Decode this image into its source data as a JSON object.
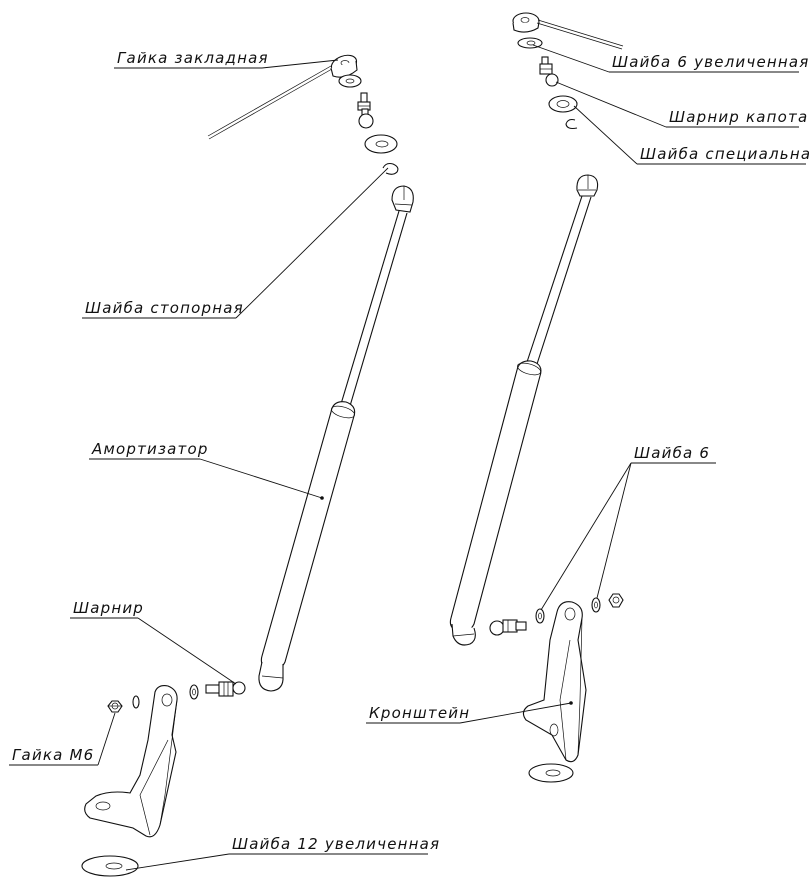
{
  "labels": {
    "gaika_zakladnaya": "Гайка закладная",
    "shaiba_stopornaya": "Шайба стопорная",
    "amortizator": "Амортизатор",
    "sharnir": "Шарнир",
    "gaika_m6": "Гайка М6",
    "shaiba_12": "Шайба 12 увеличенная",
    "shaiba_6_uvel": "Шайба 6 увеличенная",
    "sharnir_kapota": "Шарнир капота",
    "shaiba_spec": "Шайба специальная",
    "shaiba_6": "Шайба 6",
    "kronshtein": "Кронштейн"
  },
  "colors": {
    "line": "#111111",
    "background": "#ffffff"
  }
}
